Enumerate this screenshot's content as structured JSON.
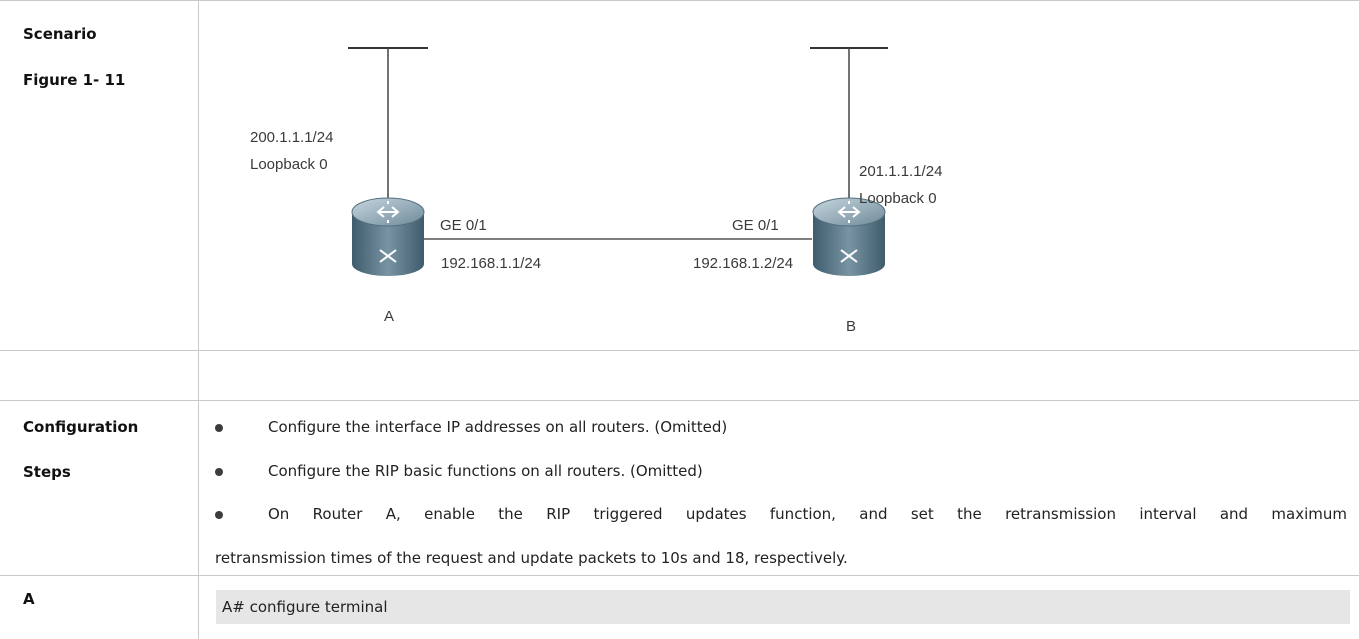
{
  "labels": {
    "scenario": "Scenario",
    "figure": "Figure 1- 11",
    "configuration": "Configuration",
    "steps": "Steps",
    "device_a": "A"
  },
  "diagram": {
    "a_loopback_ip": "200.1.1.1/24",
    "a_loopback_name": "Loopback 0",
    "b_loopback_ip": "201.1.1.1/24",
    "b_loopback_name": "Loopback 0",
    "a_iface": "GE 0/1",
    "a_iface_ip": "192.168.1.1/24",
    "b_iface": "GE 0/1",
    "b_iface_ip": "192.168.1.2/24",
    "router_a": "A",
    "router_b": "B"
  },
  "steps": [
    "Configure the interface IP addresses on all routers. (Omitted)",
    "Configure the RIP basic functions on all routers. (Omitted)",
    "On Router A, enable the RIP triggered updates function, and set the retransmission interval and maximum"
  ],
  "step3_continued": "retransmission times of the request and update packets to 10s and 18, respectively.",
  "code": {
    "line1": "A# configure terminal"
  }
}
